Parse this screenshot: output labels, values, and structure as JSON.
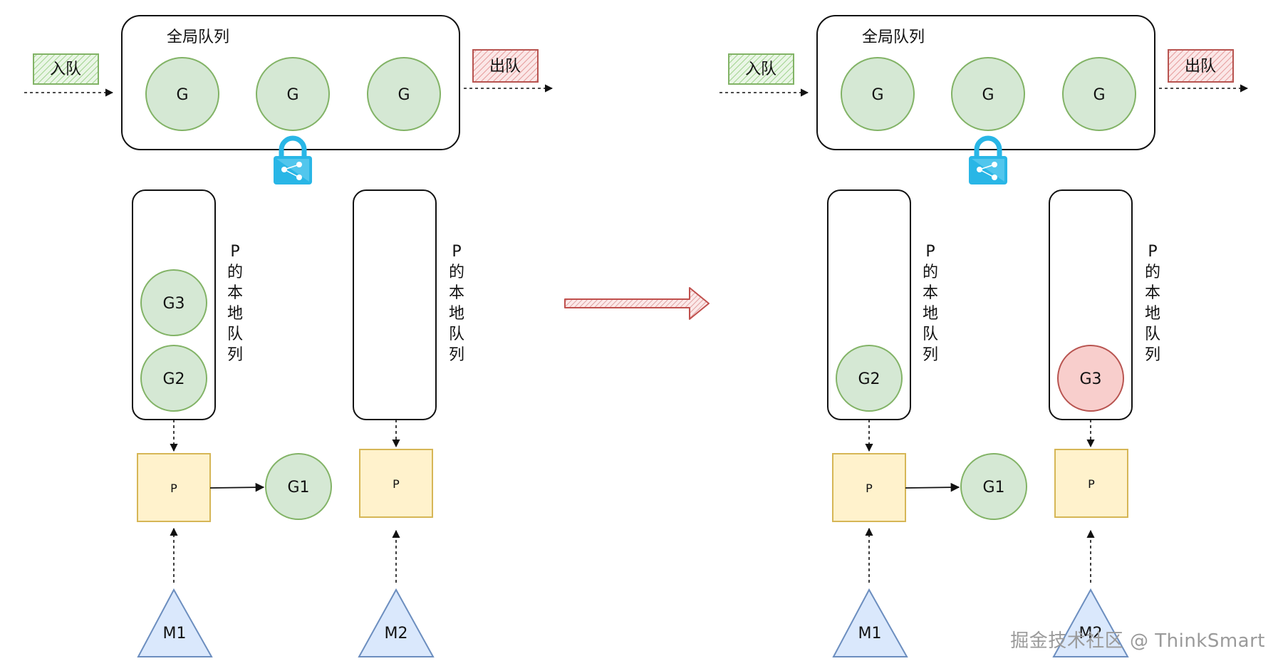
{
  "global_queue": {
    "title": "全局队列",
    "items": [
      "G",
      "G",
      "G"
    ]
  },
  "enqueue_label": "入队",
  "dequeue_label": "出队",
  "local_queue_label": [
    "P",
    "的",
    "本",
    "地",
    "队",
    "列"
  ],
  "before": {
    "queue1": [
      "G3",
      "G2"
    ],
    "queue2": [],
    "processors": [
      "P",
      "P"
    ],
    "running": "G1",
    "machines": [
      "M1",
      "M2"
    ]
  },
  "after": {
    "queue1": [
      "G2"
    ],
    "queue2": [
      "G3"
    ],
    "processors": [
      "P",
      "P"
    ],
    "running": "G1",
    "machines": [
      "M1",
      "M2"
    ]
  },
  "watermark": "掘金技术社区 @ ThinkSmart",
  "colors": {
    "goroutine_fill": "#d5e8d4",
    "goroutine_stroke": "#82b366",
    "stolen_fill": "#f8cecc",
    "stolen_stroke": "#b85450",
    "processor_fill": "#fff2cc",
    "processor_stroke": "#d6b656",
    "machine_fill": "#dae8fc",
    "machine_stroke": "#6c8ebf",
    "lock": "#29b6e6",
    "transition_arrow": "#c0504d"
  }
}
